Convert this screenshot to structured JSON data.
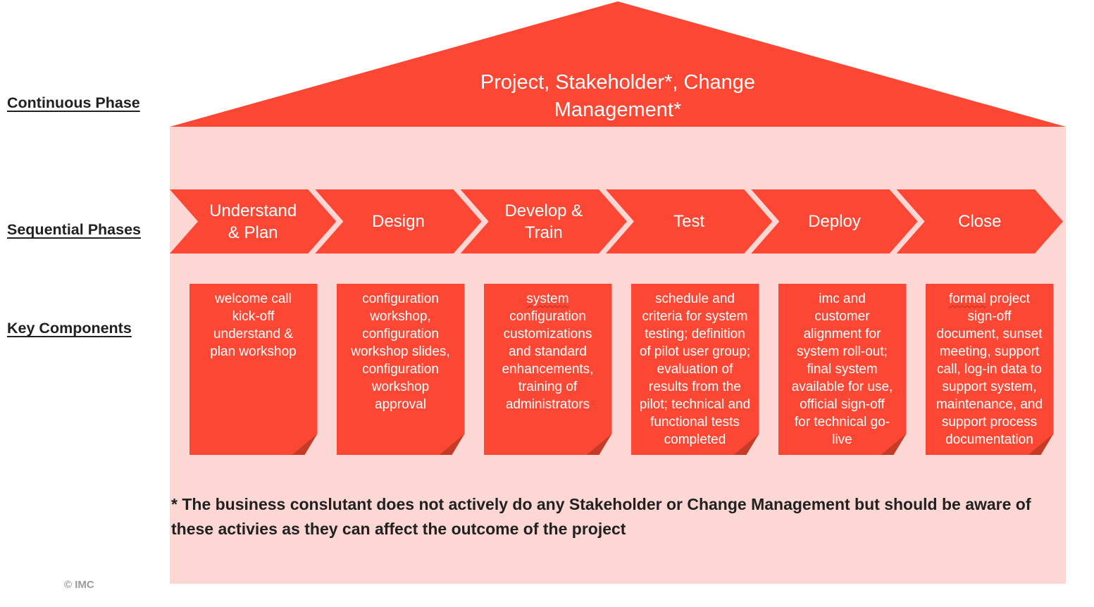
{
  "colors": {
    "accent_red": "#fb4733",
    "light_pink_band": "#fdd7d4",
    "fold_dark_red": "#c63b28",
    "text_dark": "#212121",
    "copyright_gray": "#9b9b9b",
    "white_text": "#ffffff"
  },
  "roof": {
    "title": "Project, Stakeholder*, Change\nManagement*"
  },
  "side_labels": {
    "continuous_phase": "Continuous Phase",
    "sequential_phases": "Sequential Phases",
    "key_components": "Key Components"
  },
  "phases": [
    {
      "label": "Understand\n& Plan"
    },
    {
      "label": "Design"
    },
    {
      "label": "Develop &\nTrain"
    },
    {
      "label": "Test"
    },
    {
      "label": "Deploy"
    },
    {
      "label": "Close"
    }
  ],
  "components": [
    {
      "text": "welcome call\nkick-off\nunderstand &\nplan workshop"
    },
    {
      "text": "configuration\nworkshop,\nconfiguration\nworkshop slides,\nconfiguration\nworkshop\napproval"
    },
    {
      "text": "system\nconfiguration\ncustomizations\nand standard\nenhancements,\ntraining of\nadministrators",
      "squiggle": "system"
    },
    {
      "text": "schedule and\ncriteria for system\ntesting; definition\nof pilot user group;\nevaluation of\nresults from the\npilot; technical and\nfunctional tests\ncompleted"
    },
    {
      "text": "imc and\ncustomer\nalignment for\nsystem roll-out;\nfinal system\navailable for use,\nofficial sign-off\nfor technical go-\nlive"
    },
    {
      "text": "formal project\nsign-off\ndocument, sunset\nmeeting, support\ncall, log-in data to\nsupport system,\nmaintenance, and\nsupport process\ndocumentation",
      "squiggle": "formal"
    }
  ],
  "footnote": "* The business conslutant does not actively do any Stakeholder or Change Management but should be aware of\nthese activies as they can affect the outcome of the project",
  "copyright": "© IMC"
}
